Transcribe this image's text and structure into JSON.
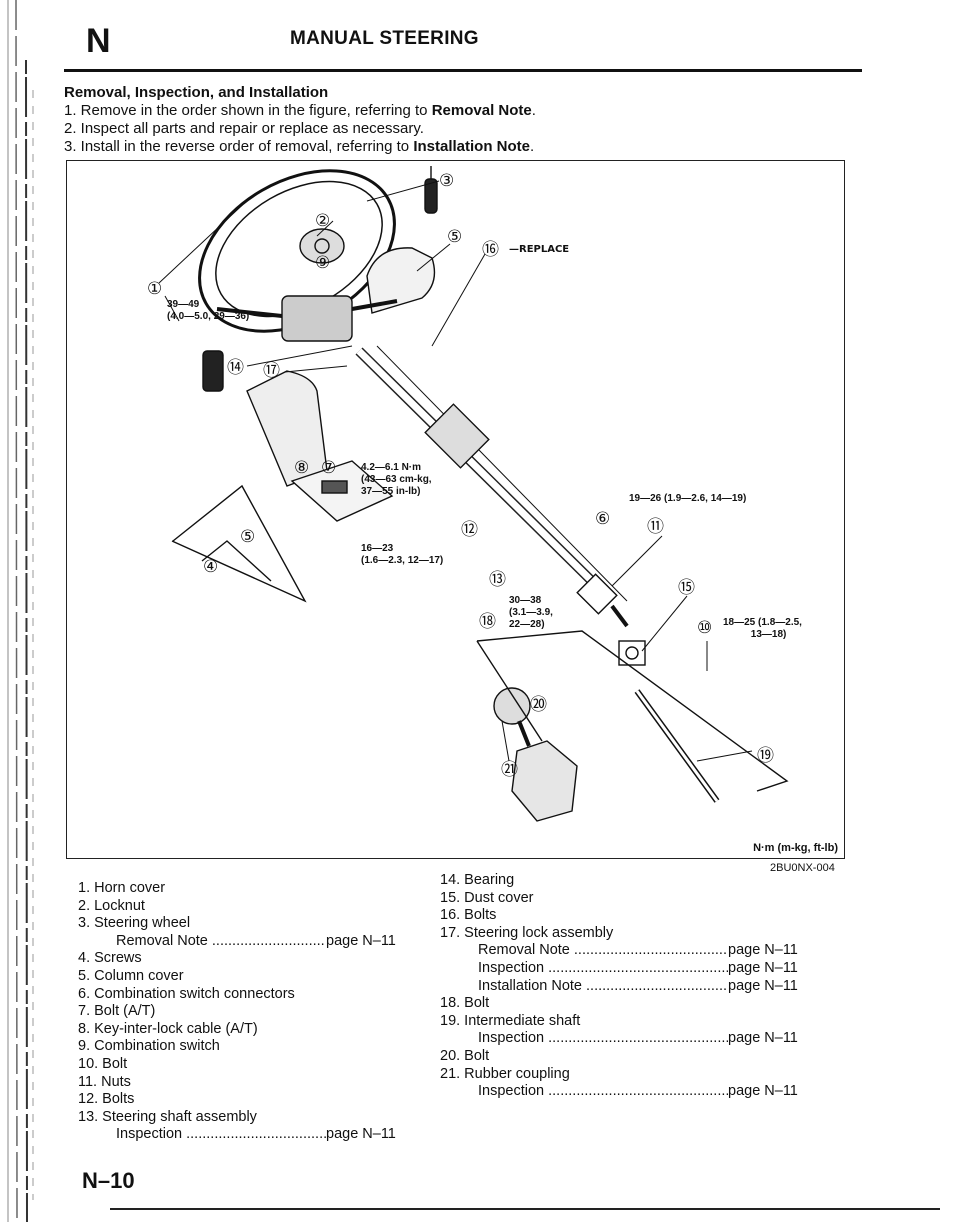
{
  "header": {
    "section_letter": "N",
    "title": "MANUAL STEERING"
  },
  "intro": {
    "heading": "Removal, Inspection, and Installation",
    "steps": [
      {
        "text": "1. Remove in the order shown in the figure, referring to ",
        "bold": "Removal Note",
        "end": "."
      },
      {
        "text": "2. Inspect all parts and repair or replace as necessary.",
        "bold": "",
        "end": ""
      },
      {
        "text": "3. Install in the reverse order of removal, referring to ",
        "bold": "Installation Note",
        "end": "."
      }
    ]
  },
  "figure": {
    "callouts": {
      "c1": "①",
      "c2": "②",
      "c3": "③",
      "c4": "④",
      "c5a": "⑤",
      "c5b": "⑤",
      "c6": "⑥",
      "c7": "⑦",
      "c8": "⑧",
      "c9": "⑨",
      "c10": "⑩",
      "c11": "⑪",
      "c12": "⑫",
      "c13": "⑬",
      "c14": "⑭",
      "c15": "⑮",
      "c16": "⑯",
      "c17": "⑰",
      "c18": "⑱",
      "c19": "⑲",
      "c20": "⑳",
      "c21": "㉑"
    },
    "replace_label": "—REPLACE",
    "torques": {
      "t_wheel": "39—49\n(4.0—5.0, 29—36)",
      "t_bolt7": "4.2—6.1 N·m\n(43—63 cm-kg,\n37—55 in-lb)",
      "t_nuts": "19—26 (1.9—2.6, 14—19)",
      "t_bolts12": "16—23\n(1.6—2.3, 12—17)",
      "t_bolt18": "30—38\n(3.1—3.9,\n22—28)",
      "t_bolt10": "18—25 (1.8—2.5,\n          13—18)"
    },
    "unit_legend": "N·m (m-kg, ft-lb)",
    "figure_id": "2BU0NX-004"
  },
  "parts_left": [
    {
      "text": "1. Horn cover"
    },
    {
      "text": "2. Locknut"
    },
    {
      "text": "3. Steering wheel"
    },
    {
      "sub": "Removal Note",
      "page": "page N–11"
    },
    {
      "text": "4. Screws"
    },
    {
      "text": "5. Column cover"
    },
    {
      "text": "6. Combination switch connectors"
    },
    {
      "text": "7. Bolt (A/T)"
    },
    {
      "text": "8. Key-inter-lock cable (A/T)"
    },
    {
      "text": "9. Combination switch"
    },
    {
      "text": "10. Bolt"
    },
    {
      "text": "11. Nuts"
    },
    {
      "text": "12. Bolts"
    },
    {
      "text": "13. Steering shaft assembly"
    },
    {
      "sub": "Inspection",
      "page": "page N–11"
    }
  ],
  "parts_right": [
    {
      "text": "14. Bearing"
    },
    {
      "text": "15. Dust cover"
    },
    {
      "text": "16. Bolts"
    },
    {
      "text": "17. Steering lock assembly"
    },
    {
      "sub": "Removal Note",
      "page": "page N–11"
    },
    {
      "sub": "Inspection",
      "page": "page N–11"
    },
    {
      "sub": "Installation Note",
      "page": "page N–11"
    },
    {
      "text": "18. Bolt"
    },
    {
      "text": "19. Intermediate shaft"
    },
    {
      "sub": "Inspection",
      "page": "page N–11"
    },
    {
      "text": "20. Bolt"
    },
    {
      "text": "21. Rubber coupling"
    },
    {
      "sub": "Inspection",
      "page": "page N–11"
    }
  ],
  "footer": {
    "page_number": "N–10"
  }
}
